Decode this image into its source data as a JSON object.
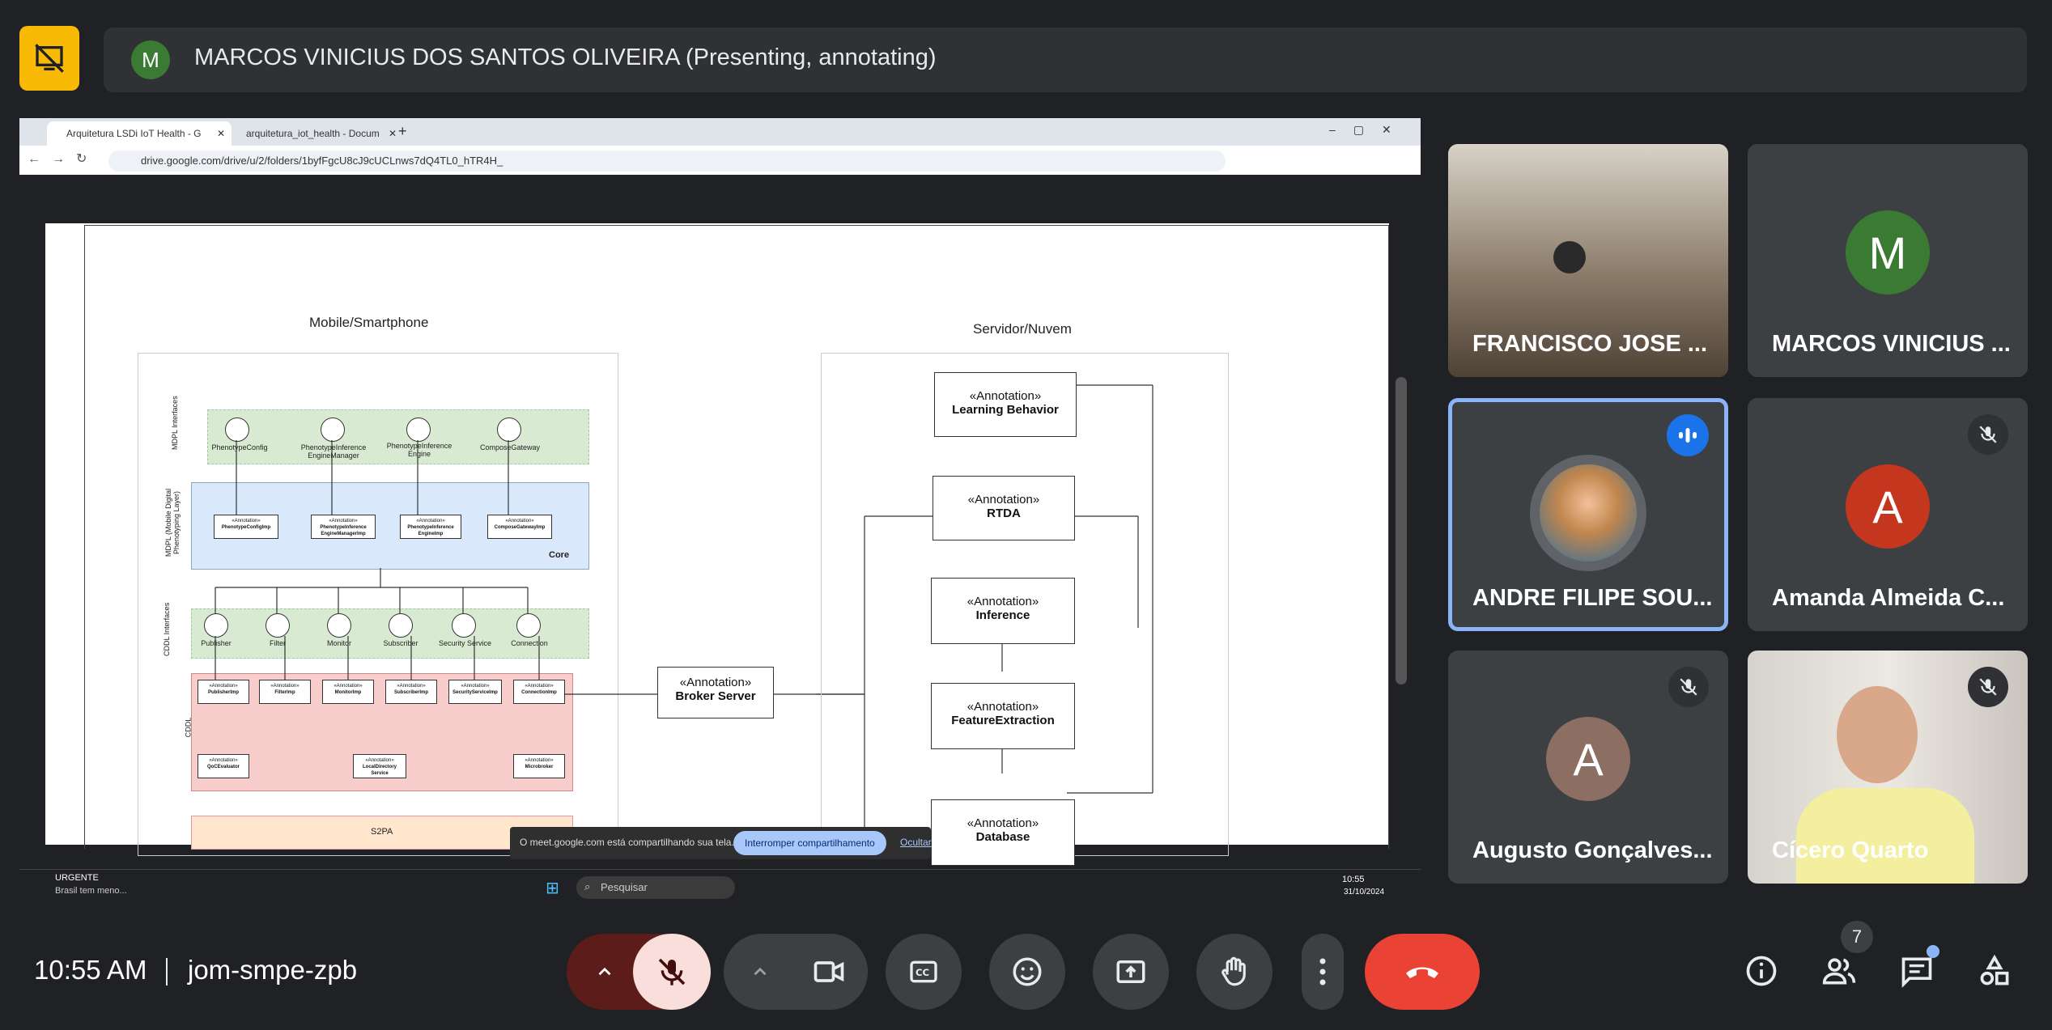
{
  "presenter": {
    "initial": "M",
    "label": "MARCOS VINICIUS DOS SANTOS OLIVEIRA (Presenting, annotating)"
  },
  "browser": {
    "tabs": [
      {
        "title": "Arquitetura LSDi IoT Health - G"
      },
      {
        "title": "arquitetura_iot_health - Docum"
      }
    ],
    "url": "drive.google.com/drive/u/2/folders/1byfFgcU8cJ9cUCLnws7dQ4TL0_hTR4H_"
  },
  "diagram": {
    "mobile_title": "Mobile/Smartphone",
    "server_title": "Servidor/Nuvem",
    "layers": {
      "mdpl_interfaces": "MDPL Interfaces",
      "mdpl": "MDPL (Mobile Digital Phenotyping Layer)",
      "cddl_interfaces": "CDDL Interfaces",
      "cddl": "CDDL",
      "core": "Core",
      "s2pa": "S2PA"
    },
    "mdpl_interfaces": [
      "PhenotypeConfig",
      "PhenotypeInference EngineManager",
      "PhenotypeInference Engine",
      "ComposeGateway"
    ],
    "mdpl_components": [
      "PhenotypeConfigImp",
      "PhenotypeInference EngineManagerImp",
      "PhenotypeInference EngineImp",
      "ComposeGatewayImp"
    ],
    "cddl_interfaces": [
      "Publisher",
      "Filter",
      "Monitor",
      "Subscriber",
      "Security Service",
      "Connection"
    ],
    "cddl_components": [
      "PublisherImp",
      "FilterImp",
      "MonitorImp",
      "SubscriberImp",
      "SecurityServiceImp",
      "ConnectionImp"
    ],
    "cddl_lower": [
      "QoCEvaluator",
      "LocalDirectory Service",
      "Microbroker"
    ],
    "stereotype": "«Annotation»",
    "broker": "Broker Server",
    "server_components": [
      "Learning Behavior",
      "RTDA",
      "Inference",
      "FeatureExtraction",
      "Database"
    ]
  },
  "share_notice": {
    "text": "O meet.google.com está compartilhando sua tela.",
    "stop_button": "Interromper compartilhamento",
    "hide_link": "Ocultar"
  },
  "taskbar": {
    "news_title": "URGENTE",
    "news_sub": "Brasil tem meno...",
    "search_placeholder": "Pesquisar",
    "time": "10:55",
    "date": "31/10/2024"
  },
  "participants": [
    {
      "name": "FRANCISCO JOSE ...",
      "type": "video",
      "muted": false
    },
    {
      "name": "MARCOS VINICIUS ...",
      "initial": "M",
      "color": "#3a7a33",
      "muted": false
    },
    {
      "name": "ANDRE FILIPE SOU...",
      "type": "photo",
      "speaking": true
    },
    {
      "name": "Amanda Almeida C...",
      "initial": "A",
      "color": "#c5361f",
      "muted": true
    },
    {
      "name": "Augusto Gonçalves...",
      "initial": "A",
      "color": "#8d6e63",
      "muted": true
    },
    {
      "name": "Cícero Quarto",
      "type": "video",
      "muted": true
    }
  ],
  "bottom": {
    "time": "10:55 AM",
    "meeting_code": "jom-smpe-zpb",
    "people_count": "7"
  },
  "colors": {
    "background": "#202124",
    "end_call": "#ea4335",
    "mic_off": "#f9dedc",
    "accent": "#8ab4f8"
  }
}
